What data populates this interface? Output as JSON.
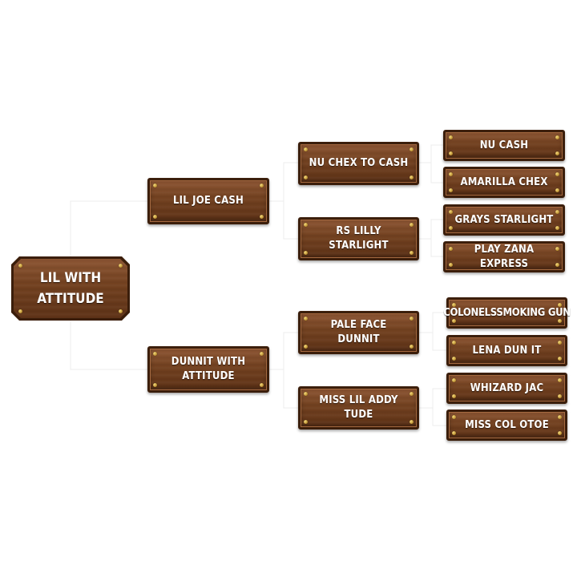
{
  "root": {
    "label": "LIL WITH ATTITUDE"
  },
  "sire": {
    "label": "LIL JOE CASH",
    "sire": {
      "label": "NU CHEX TO CASH",
      "sire": {
        "label": "NU CASH"
      },
      "dam": {
        "label": "AMARILLA CHEX"
      }
    },
    "dam": {
      "label": "RS LILLY STARLIGHT",
      "sire": {
        "label": "GRAYS STARLIGHT"
      },
      "dam": {
        "label": "PLAY ZANA EXPRESS"
      }
    }
  },
  "dam": {
    "label": "DUNNIT WITH ATTITUDE",
    "sire": {
      "label": "PALE FACE DUNNIT",
      "sire": {
        "label": "COLONELSSMOKING GUN"
      },
      "dam": {
        "label": "LENA DUN IT"
      }
    },
    "dam": {
      "label": "MISS LIL ADDY TUDE",
      "sire": {
        "label": "WHIZARD JAC"
      },
      "dam": {
        "label": "MISS COL OTOE"
      }
    }
  },
  "colors": {
    "wood_light": "#8c5533",
    "wood_dark": "#5e3217",
    "border": "#3b1e0b",
    "nail": "#d9b55a",
    "text": "#ffffff",
    "connector": "#ececec"
  }
}
